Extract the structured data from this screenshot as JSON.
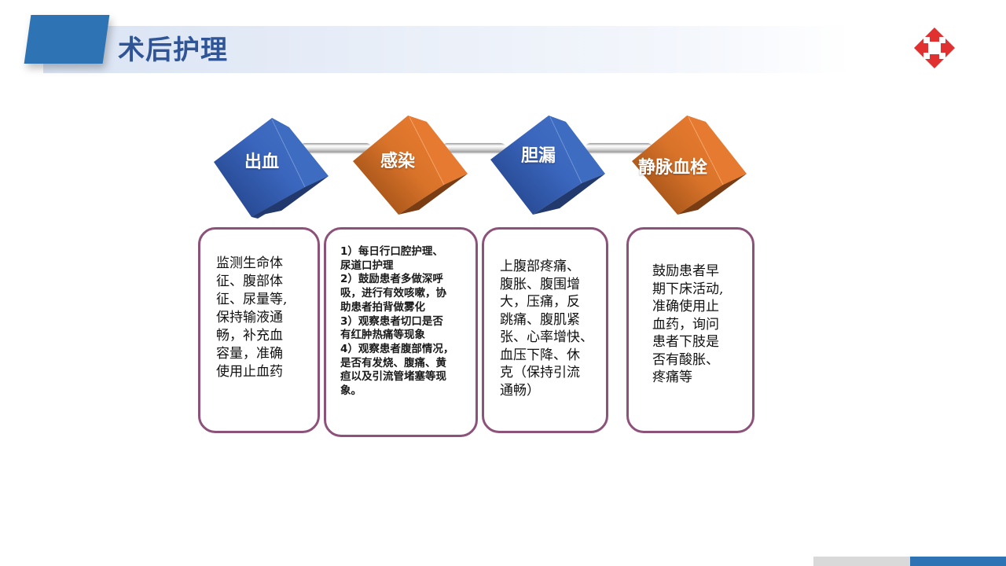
{
  "header": {
    "title": "术后护理",
    "accent_color": "#2e74b5",
    "title_color": "#2f5597",
    "logo_icon": "red-medical-cross-icon",
    "logo_color": "#e03030"
  },
  "diagram": {
    "cubes": [
      {
        "label": "出血",
        "color": "blue"
      },
      {
        "label": "感染",
        "color": "orange"
      },
      {
        "label": "胆漏",
        "color": "blue"
      },
      {
        "label": "静脉血栓",
        "color": "orange"
      }
    ],
    "cards": [
      {
        "text": "监测生命体\n征、腹部体\n征、尿量等,\n保持输液通\n畅，补充血\n容量，准确\n使用止血药"
      },
      {
        "text": "1）每日行口腔护理、\n尿道口护理\n2）鼓励患者多做深呼\n吸，进行有效咳嗽，协\n助患者拍背做雾化\n3）观察患者切口是否\n有红肿热痛等现象\n4）观察患者腹部情况，\n是否有发烧、腹痛、黄\n疸以及引流管堵塞等现\n象。"
      },
      {
        "text": "上腹部疼痛、\n腹胀、腹围增\n大，压痛，反\n跳痛、腹肌紧\n张、心率增快、\n血压下降、休\n克（保持引流\n通畅）"
      },
      {
        "text": "鼓励患者早\n期下床活动,\n准确使用止\n血药，询问\n患者下肢是\n否有酸胀、\n疼痛等"
      }
    ],
    "card_border_color": "#8c5279"
  },
  "footer": {
    "bar_gray": "#d9d9d9",
    "bar_blue": "#2e74b5"
  }
}
